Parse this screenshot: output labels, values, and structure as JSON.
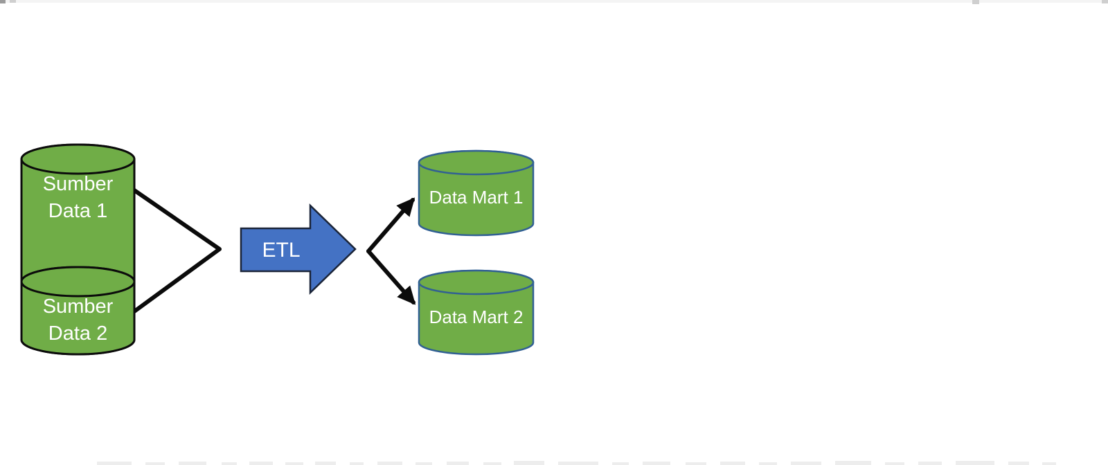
{
  "page": {
    "background": "#ffffff"
  },
  "artifacts": {
    "top_strip_color": "#f4f4f4",
    "top_strip_left_dark": "#9b9b9b",
    "top_strip_notch_color": "#cfcfcf",
    "bottom_marks_color": "#ededed"
  },
  "diagram": {
    "colors": {
      "node_fill": "#70AD47",
      "source_outline": "#0b0b0b",
      "mart_outline": "#316093",
      "etl_fill": "#4472C4",
      "etl_outline": "#1a2438",
      "connector": "#0b0b0b",
      "label_text": "#ffffff"
    },
    "sources": [
      {
        "label_line1": "Sumber",
        "label_line2": "Data 1"
      },
      {
        "label_line1": "Sumber",
        "label_line2": "Data 2"
      }
    ],
    "etl": {
      "label": "ETL"
    },
    "marts": [
      {
        "label": "Data Mart 1"
      },
      {
        "label": "Data Mart 2"
      }
    ]
  }
}
